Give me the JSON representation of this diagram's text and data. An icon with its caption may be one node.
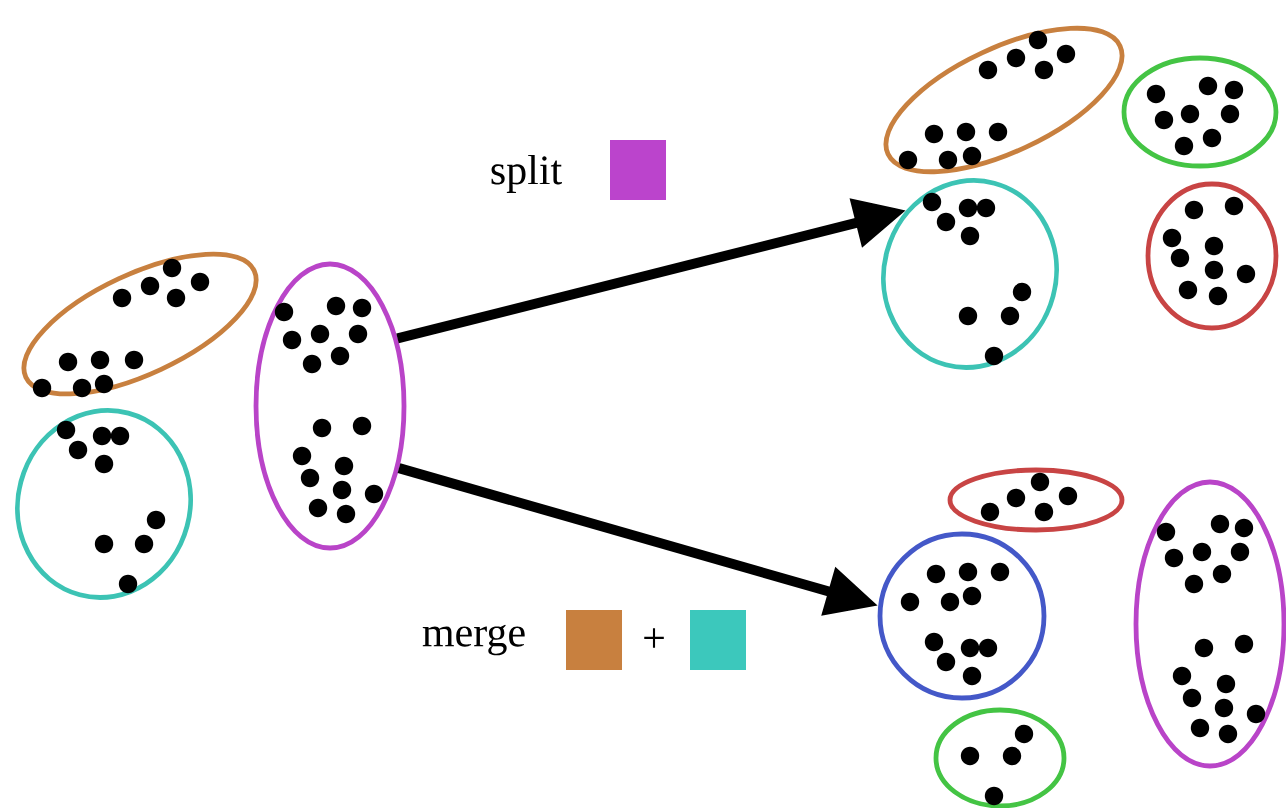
{
  "diagram": {
    "nodes": [
      {
        "text": [],
        "shape": "ellipse"
      },
      {
        "text": [],
        "shape": "ellipse"
      },
      {
        "text": [],
        "shape": "ellipse"
      },
      {
        "text": [],
        "shape": "ellipse"
      },
      {
        "text": [],
        "shape": "ellipse"
      },
      {
        "text": [],
        "shape": "ellipse"
      },
      {
        "text": [],
        "shape": "ellipse"
      },
      {
        "text": [],
        "shape": "ellipse"
      },
      {
        "text": [],
        "shape": "circle"
      },
      {
        "text": [],
        "shape": "ellipse"
      },
      {
        "text": [],
        "shape": "ellipse"
      }
    ],
    "edges": [
      {
        "from": 2,
        "to": 4,
        "arrow": "to"
      },
      {
        "from": 2,
        "to": 8,
        "arrow": "to"
      }
    ],
    "labels": [
      "split",
      "merge",
      "+"
    ]
  }
}
